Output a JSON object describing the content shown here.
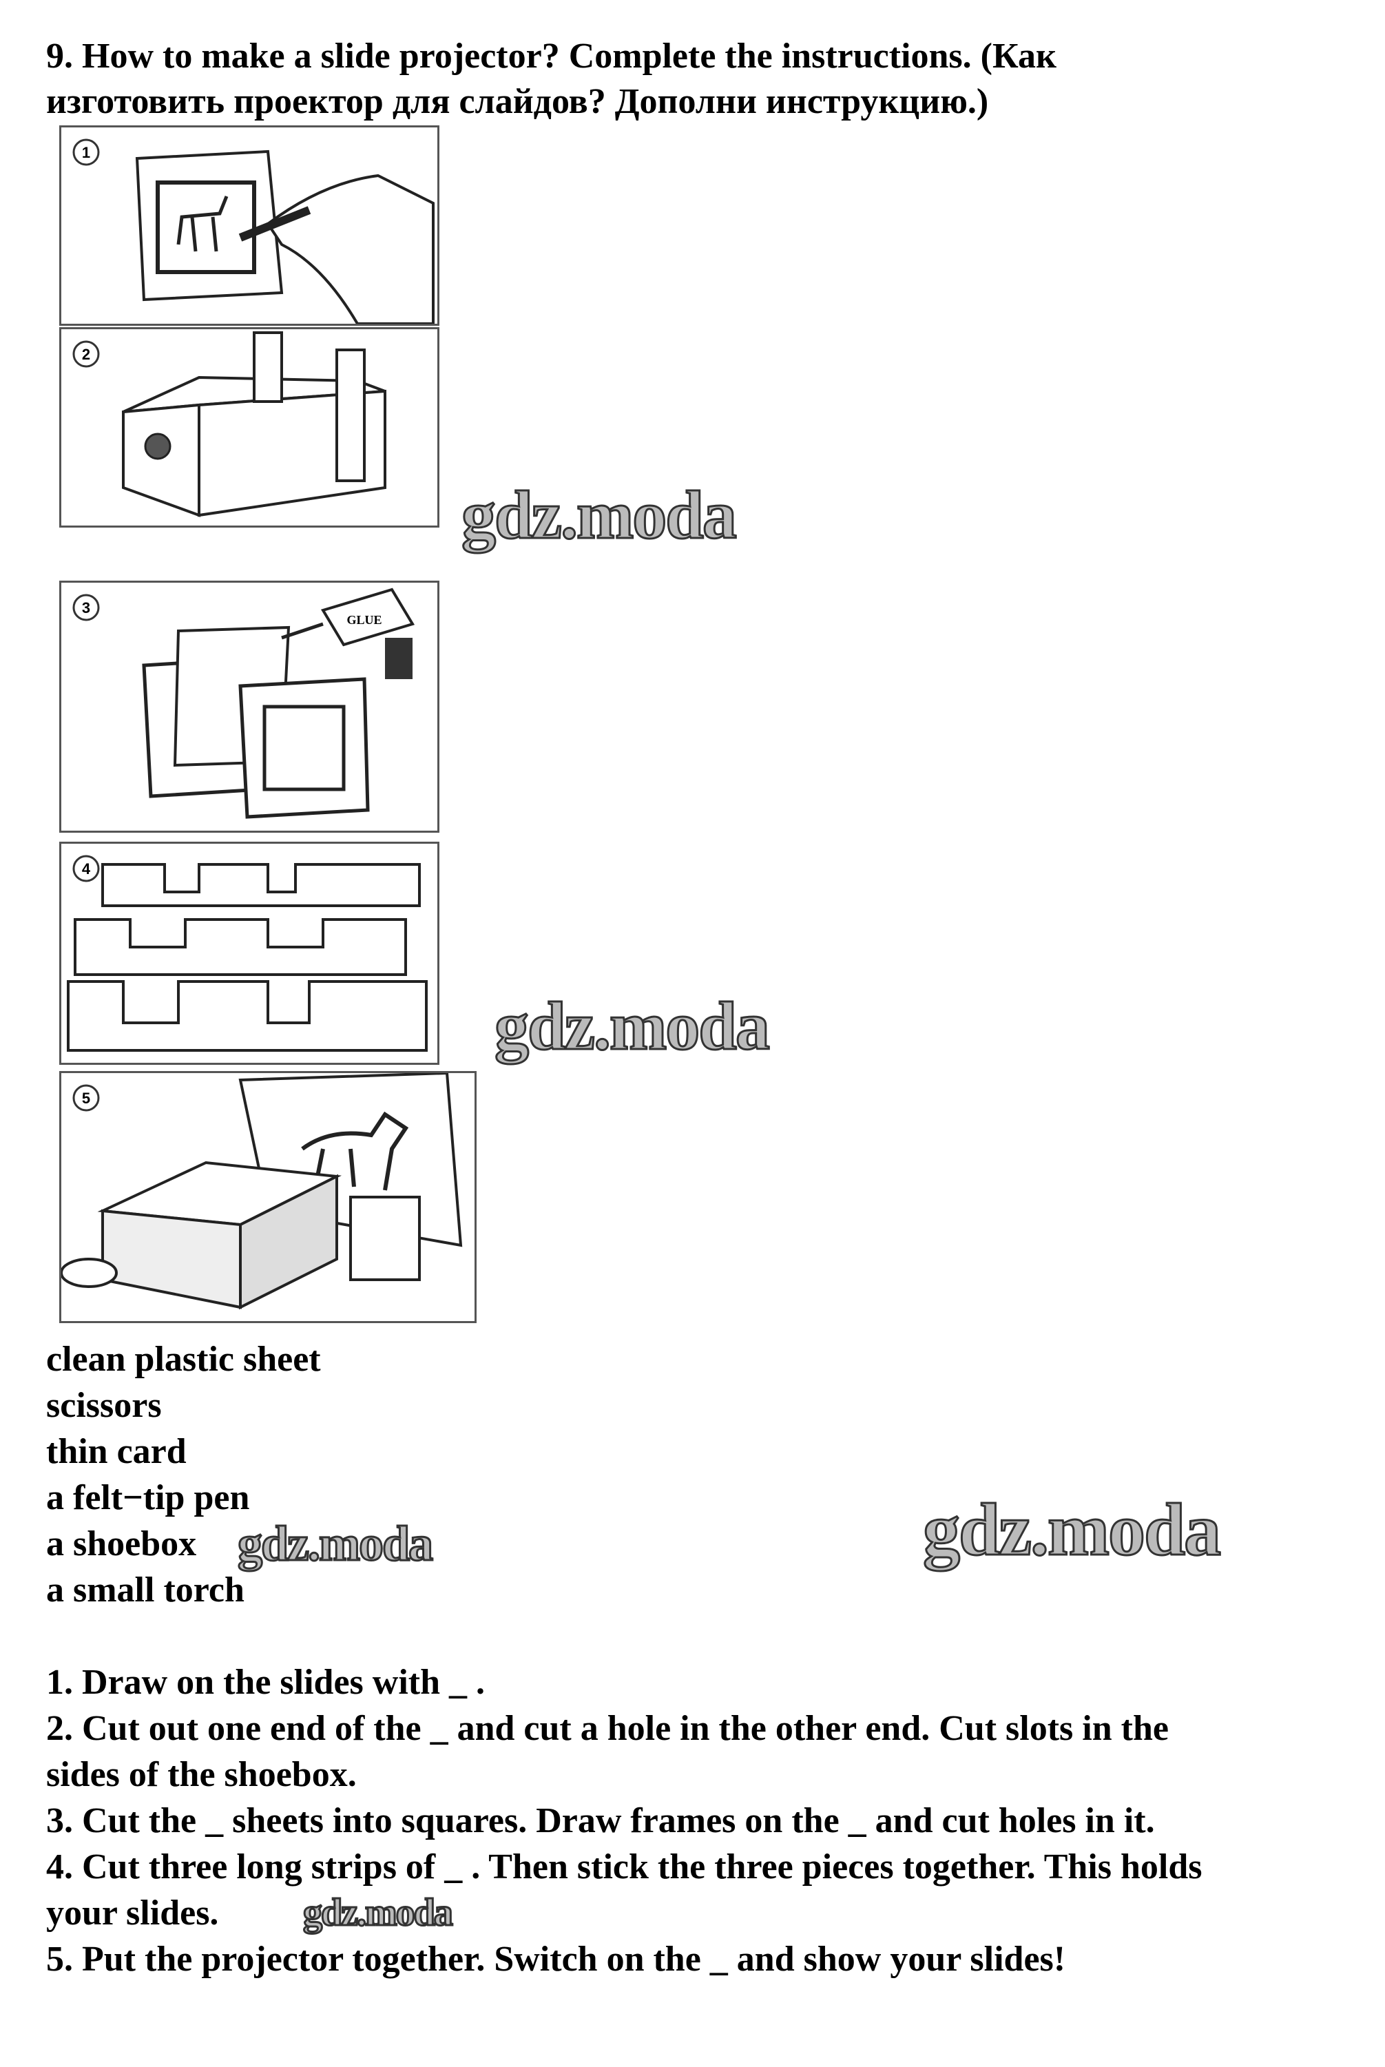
{
  "title": {
    "line1": "9. How to make a slide projector? Complete the instructions. (Как",
    "line2": "изготовить проектор для слайдов? Дополни инструкцию.)"
  },
  "panels": [
    {
      "number": "1"
    },
    {
      "number": "2"
    },
    {
      "number": "3",
      "glue_label": "GLUE"
    },
    {
      "number": "4"
    },
    {
      "number": "5"
    }
  ],
  "materials": [
    "clean plastic sheet",
    "scissors",
    "thin card",
    "a felt−tip pen",
    "a shoebox",
    "a small torch"
  ],
  "instructions": [
    "1. Draw on the slides with _ .",
    "2. Cut out one end of the _ and cut a hole in the other end. Cut slots in the",
    "sides of the shoebox.",
    "3. Cut the _ sheets into squares. Draw frames on the _ and cut holes in it.",
    "4. Cut three long strips of _ . Then stick the three pieces together. This holds",
    "your slides.",
    "5. Put the projector together. Switch on the _ and show your slides!"
  ],
  "watermark": "gdz.moda"
}
